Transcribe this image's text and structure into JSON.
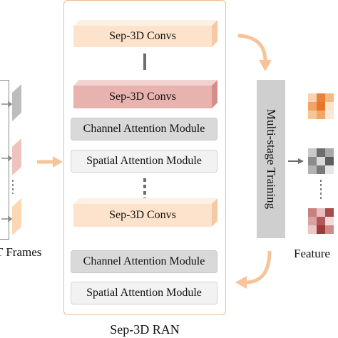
{
  "diagram": {
    "frames_label": "T Frames",
    "ran_label": "Sep-3D RAN",
    "conv_top": "Sep-3D Convs",
    "conv_mid": "Sep-3D Convs",
    "conv_bottom": "Sep-3D Convs",
    "channel_attention_1": "Channel Attention Module",
    "spatial_attention_1": "Spatial Attention Module",
    "channel_attention_2": "Channel Attention Module",
    "spatial_attention_2": "Spatial Attention Module",
    "training_label": "Multi-stage Training",
    "feature_label": "Feature"
  },
  "colors": {
    "conv_light": "#fde3cc",
    "conv_pink": "#e8b2ae",
    "panel_border": "#f0b98c",
    "arrow_orange": "#f7c49a",
    "channel_box": "#d9d9d9",
    "spatial_box": "#f2f2f2",
    "training_box": "#cfcfcf"
  },
  "feature_maps": [
    {
      "name": "orange-feature",
      "cells": [
        "#f9d3b0",
        "#e8823a",
        "#f6b981",
        "#f3a362",
        "#e8752a",
        "#fbe4cc",
        "#f6c698",
        "#f2a766",
        "#fde9d6"
      ]
    },
    {
      "name": "gray-feature",
      "cells": [
        "#c9c9c9",
        "#6e6e6e",
        "#a8a8a8",
        "#8c8c8c",
        "#dadada",
        "#5e5e5e",
        "#b3b3b3",
        "#7a7a7a",
        "#e6e6e6"
      ]
    },
    {
      "name": "red-feature",
      "cells": [
        "#c9807f",
        "#e6c0bf",
        "#a84b4b",
        "#d9a1a0",
        "#b35858",
        "#f2dcdb",
        "#eac8c7",
        "#9e3b3b",
        "#d28a89"
      ]
    }
  ]
}
